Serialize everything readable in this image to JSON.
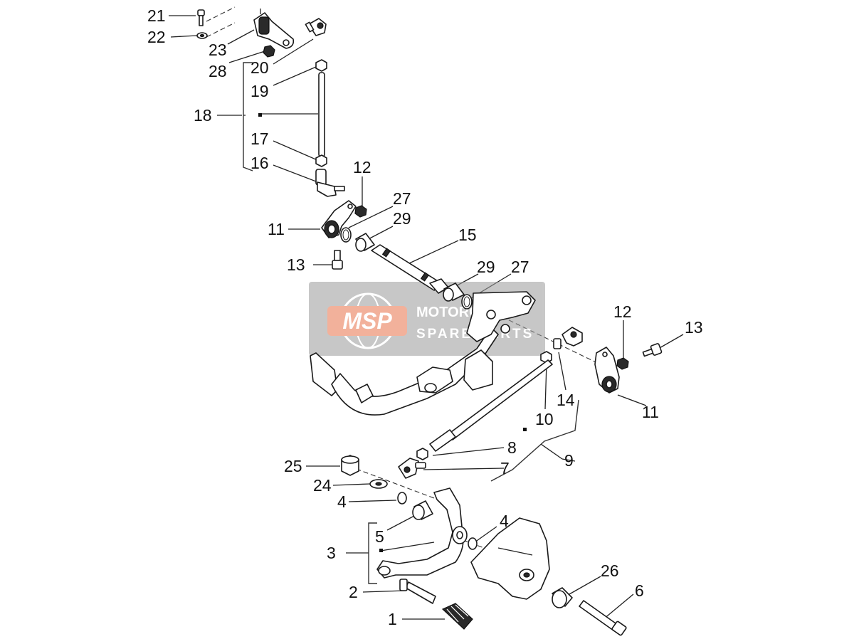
{
  "callouts": [
    {
      "id": "c21",
      "text": "21"
    },
    {
      "id": "c22",
      "text": "22"
    },
    {
      "id": "c23",
      "text": "23"
    },
    {
      "id": "c28",
      "text": "28"
    },
    {
      "id": "c20",
      "text": "20"
    },
    {
      "id": "c19",
      "text": "19"
    },
    {
      "id": "c18",
      "text": "18"
    },
    {
      "id": "c17",
      "text": "17"
    },
    {
      "id": "c16",
      "text": "16"
    },
    {
      "id": "c12a",
      "text": "12"
    },
    {
      "id": "c27a",
      "text": "27"
    },
    {
      "id": "c29a",
      "text": "29"
    },
    {
      "id": "c11a",
      "text": "11"
    },
    {
      "id": "c15",
      "text": "15"
    },
    {
      "id": "c13a",
      "text": "13"
    },
    {
      "id": "c29b",
      "text": "29"
    },
    {
      "id": "c27b",
      "text": "27"
    },
    {
      "id": "c12b",
      "text": "12"
    },
    {
      "id": "c13b",
      "text": "13"
    },
    {
      "id": "c14",
      "text": "14"
    },
    {
      "id": "c11b",
      "text": "11"
    },
    {
      "id": "c10",
      "text": "10"
    },
    {
      "id": "c8",
      "text": "8"
    },
    {
      "id": "c9",
      "text": "9"
    },
    {
      "id": "c7",
      "text": "7"
    },
    {
      "id": "c25",
      "text": "25"
    },
    {
      "id": "c24",
      "text": "24"
    },
    {
      "id": "c4a",
      "text": "4"
    },
    {
      "id": "c4b",
      "text": "4"
    },
    {
      "id": "c5",
      "text": "5"
    },
    {
      "id": "c3",
      "text": "3"
    },
    {
      "id": "c26",
      "text": "26"
    },
    {
      "id": "c6",
      "text": "6"
    },
    {
      "id": "c2",
      "text": "2"
    },
    {
      "id": "c1",
      "text": "1"
    }
  ],
  "watermark": {
    "logo": "MSP",
    "line1": "MOTORCYCLE",
    "line2": "SPARE PARTS"
  },
  "colors": {
    "watermark_band": "#9a9a9a",
    "watermark_logo": "#e8734a",
    "line": "#1a1a1a"
  }
}
